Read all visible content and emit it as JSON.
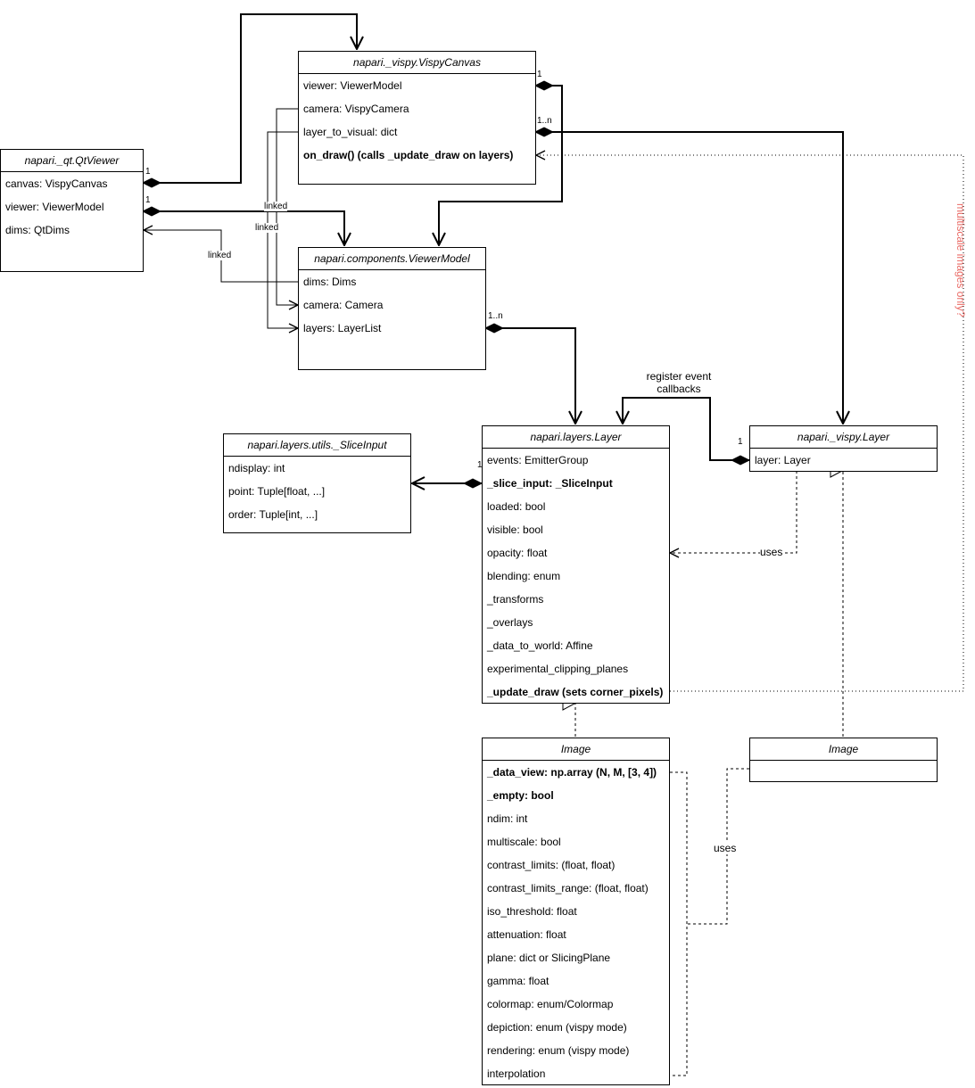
{
  "classes": {
    "vispy_canvas": {
      "title": "napari._vispy.VispyCanvas",
      "attrs": [
        "viewer: ViewerModel",
        "camera: VispyCamera",
        "layer_to_visual: dict",
        "on_draw() (calls _update_draw on layers)"
      ]
    },
    "qt_viewer": {
      "title": "napari._qt.QtViewer",
      "attrs": [
        "canvas: VispyCanvas",
        "viewer: ViewerModel",
        "dims: QtDims"
      ]
    },
    "viewer_model": {
      "title": "napari.components.ViewerModel",
      "attrs": [
        "dims: Dims",
        "camera: Camera",
        "layers: LayerList"
      ]
    },
    "slice_input": {
      "title": "napari.layers.utils._SliceInput",
      "attrs": [
        "ndisplay: int",
        "point: Tuple[float, ...]",
        "order: Tuple[int, ...]"
      ]
    },
    "layer": {
      "title": "napari.layers.Layer",
      "attrs": [
        "events: EmitterGroup",
        "_slice_input: _SliceInput",
        "loaded: bool",
        "visible: bool",
        "opacity: float",
        "blending: enum",
        "_transforms",
        "_overlays",
        "_data_to_world: Affine",
        "experimental_clipping_planes",
        "_update_draw (sets corner_pixels)"
      ]
    },
    "vispy_layer": {
      "title": "napari._vispy.Layer",
      "attrs": [
        "layer: Layer"
      ]
    },
    "image": {
      "title": "Image",
      "attrs": [
        "_data_view: np.array (N, M, [3, 4])",
        "_empty: bool",
        "ndim: int",
        "multiscale: bool",
        "contrast_limits: (float, float)",
        "contrast_limits_range: (float, float)",
        "iso_threshold: float",
        "attenuation: float",
        "plane: dict or SlicingPlane",
        "gamma: float",
        "colormap: enum/Colormap",
        "depiction: enum (vispy mode)",
        "rendering: enum (vispy mode)",
        "interpolation"
      ]
    },
    "vispy_image": {
      "title": "Image",
      "attrs": []
    }
  },
  "labels": {
    "mult_one": "1",
    "mult_many": "1..n",
    "linked": "linked",
    "uses": "uses",
    "register_event_callbacks": "register event\ncallbacks",
    "multiscale_note": "multiscale images only?"
  },
  "colors": {
    "line": "#000000",
    "note": "#ea6b66"
  }
}
